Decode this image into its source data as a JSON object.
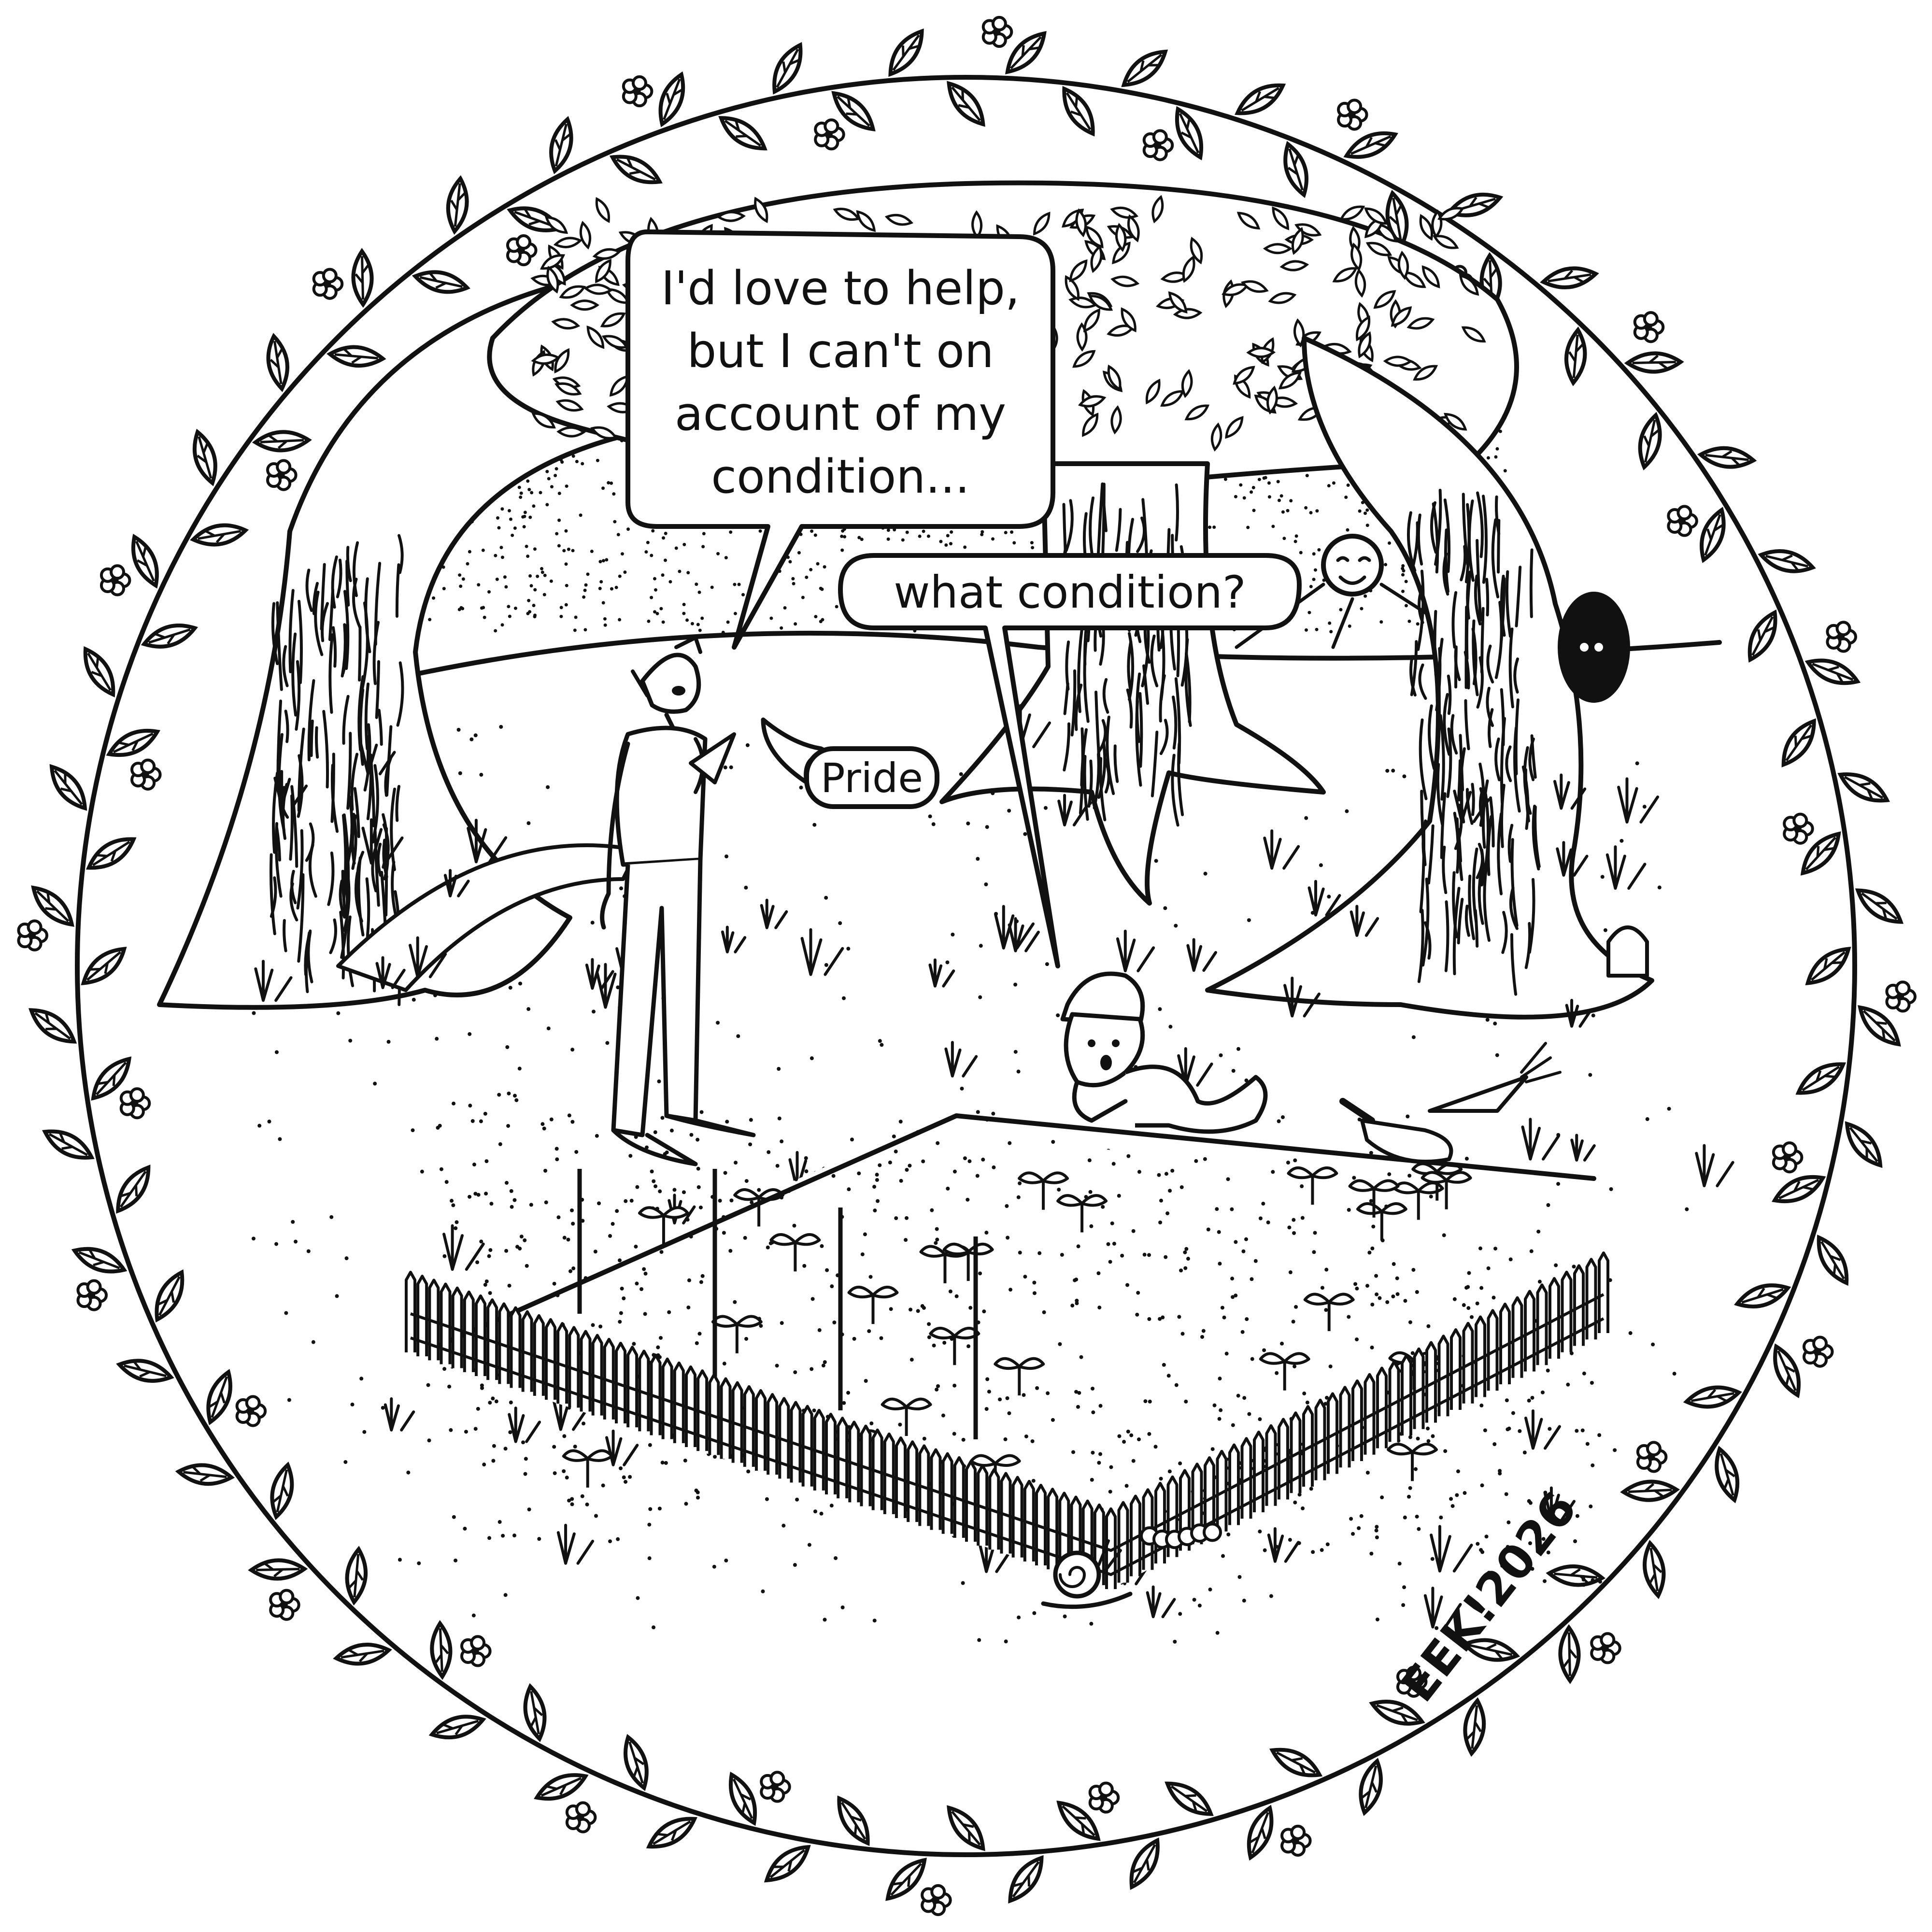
{
  "colors": {
    "ink": "#111111",
    "paper": "#ffffff"
  },
  "speech": {
    "elf_lines": [
      "I'd love to help,",
      "but I can't on",
      "account of my",
      "condition..."
    ],
    "gardener_question": "what condition?",
    "answer": "Pride"
  },
  "signature": "EEK!2026",
  "icons": [
    "leaf-vine-border-icon",
    "flower-icon",
    "tree-icon",
    "tree-hollow-eyes-icon",
    "sun-icon",
    "snail-icon",
    "caterpillar-icon",
    "trowel-icon",
    "carrot-icon",
    "picket-fence-icon"
  ]
}
